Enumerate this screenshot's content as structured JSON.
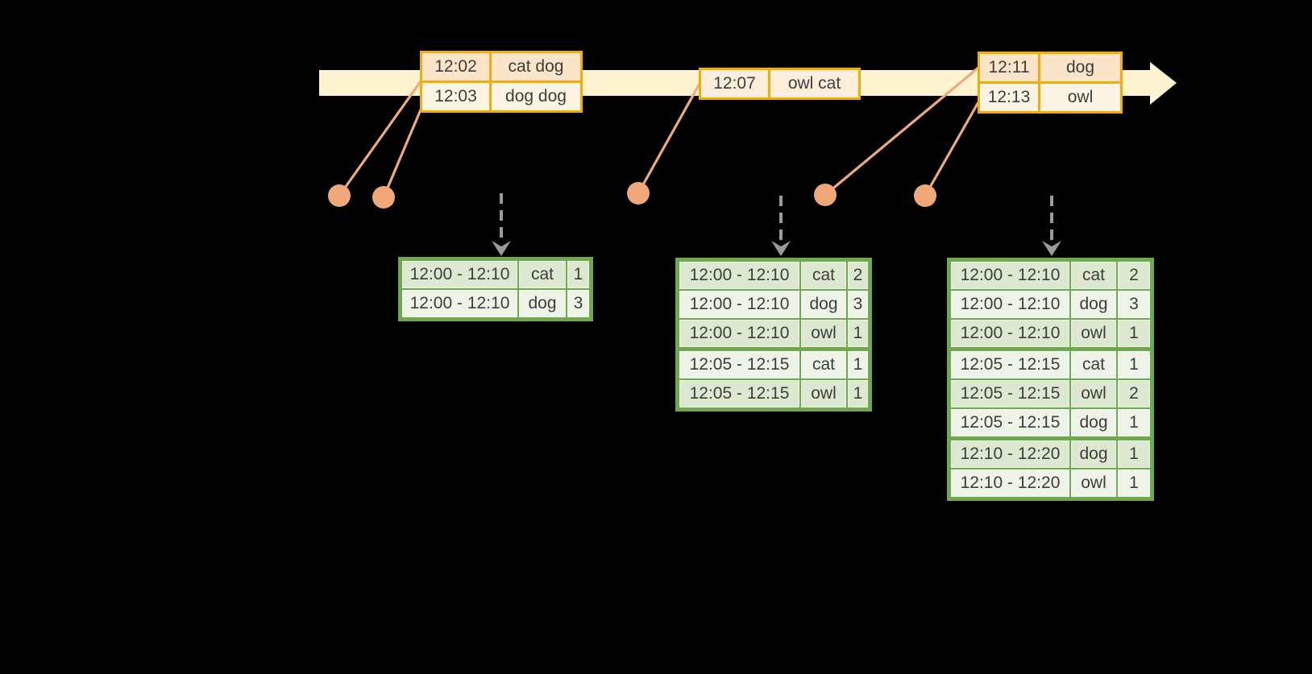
{
  "colors": {
    "background": "#000000",
    "timeline": "#fdf3d1",
    "event_border": "#f0ad08",
    "event_row_peach": "#fbe4c7",
    "event_row_cream": "#fdf5e3",
    "event_row_blush": "#fdeedb",
    "result_border": "#6fa84e",
    "result_row_sage": "#dde8d0",
    "result_row_pale": "#eef3e8",
    "connector": "#eeab7c",
    "dot": "#f0a878",
    "dashed_arrow": "#9a9a9a",
    "text": "#3d3d3d"
  },
  "event_tables": [
    {
      "rows": [
        {
          "time": "12:02",
          "words": "cat dog",
          "style": "peach"
        },
        {
          "time": "12:03",
          "words": "dog dog",
          "style": "cream"
        }
      ]
    },
    {
      "rows": [
        {
          "time": "12:07",
          "words": "owl cat",
          "style": "blush"
        }
      ]
    },
    {
      "rows": [
        {
          "time": "12:11",
          "words": "dog",
          "style": "peach"
        },
        {
          "time": "12:13",
          "words": "owl",
          "style": "cream"
        }
      ]
    }
  ],
  "result_tables": [
    {
      "rows": [
        {
          "window": "12:00 - 12:10",
          "word": "cat",
          "count": "1"
        },
        {
          "window": "12:00 - 12:10",
          "word": "dog",
          "count": "3"
        }
      ]
    },
    {
      "rows": [
        {
          "window": "12:00 - 12:10",
          "word": "cat",
          "count": "2"
        },
        {
          "window": "12:00 - 12:10",
          "word": "dog",
          "count": "3"
        },
        {
          "window": "12:00 - 12:10",
          "word": "owl",
          "count": "1"
        },
        {
          "window": "12:05 - 12:15",
          "word": "cat",
          "count": "1",
          "group_start": true
        },
        {
          "window": "12:05 - 12:15",
          "word": "owl",
          "count": "1"
        }
      ]
    },
    {
      "rows": [
        {
          "window": "12:00 - 12:10",
          "word": "cat",
          "count": "2"
        },
        {
          "window": "12:00 - 12:10",
          "word": "dog",
          "count": "3"
        },
        {
          "window": "12:00 - 12:10",
          "word": "owl",
          "count": "1"
        },
        {
          "window": "12:05 - 12:15",
          "word": "cat",
          "count": "1",
          "group_start": true
        },
        {
          "window": "12:05 - 12:15",
          "word": "owl",
          "count": "2"
        },
        {
          "window": "12:05 - 12:15",
          "word": "dog",
          "count": "1"
        },
        {
          "window": "12:10 - 12:20",
          "word": "dog",
          "count": "1",
          "group_start": true
        },
        {
          "window": "12:10 - 12:20",
          "word": "owl",
          "count": "1"
        }
      ]
    }
  ]
}
